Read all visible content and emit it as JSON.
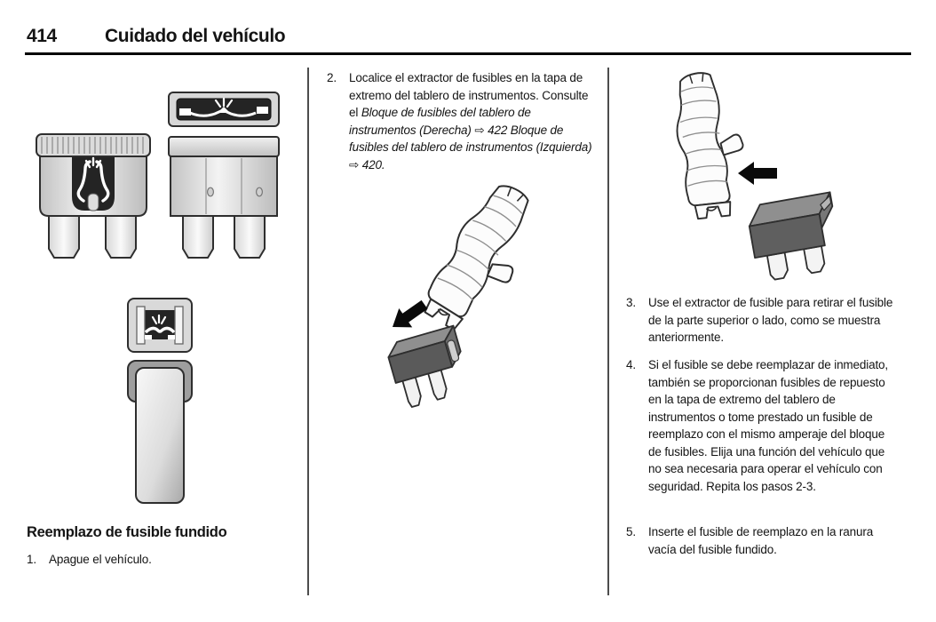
{
  "header": {
    "page_number": "414",
    "chapter_title": "Cuidado del vehículo"
  },
  "left_column": {
    "section_heading": "Reemplazo de fusible fundido",
    "steps": [
      {
        "num": "1.",
        "text": "Apague el vehículo."
      }
    ]
  },
  "middle_column": {
    "steps": [
      {
        "num": "2.",
        "text_plain": "Localice el extractor de fusibles en la tapa de extremo del tablero de instrumentos. Consulte el ",
        "text_reference": "Bloque de fusibles del tablero de instrumentos (Derecha) ⇨ 422 Bloque de fusibles del tablero de instrumentos (Izquierda) ⇨ 420."
      }
    ]
  },
  "right_column": {
    "steps": [
      {
        "num": "3.",
        "text": "Use el extractor de fusible para retirar el fusible de la parte superior o lado, como se muestra anteriormente."
      },
      {
        "num": "4.",
        "text": "Si el fusible se debe reemplazar de inmediato, también se proporcionan fusibles de repuesto en la tapa de extremo del tablero de instrumentos o tome prestado un fusible de reemplazo con el mismo amperaje del bloque de fusibles. Elija una función del vehículo que no sea necesaria para operar el vehículo con seguridad. Repita los pasos 2-3."
      },
      {
        "num": "5.",
        "text": "Inserte el fusible de reemplazo en la ranura vacía del fusible fundido."
      }
    ]
  },
  "illustrations": {
    "fuse_types": "blade-fuse-front-view-plus-top-and-side-views",
    "mini_and_cartridge": "mini-fuse-top-view-and-cartridge-fuse",
    "puller_mini": "fuse-puller-with-arrow-and-mini-fuse",
    "puller_standard": "fuse-puller-with-arrow-and-standard-fuse"
  },
  "colors": {
    "text": "#141414",
    "header_rule": "#000000",
    "column_divider": "#4d4d4d",
    "line_art_stroke": "#2e2e2e",
    "dark_window": "#242424",
    "dark_fuse_body": "#5c5c5c",
    "light_fill": "#e6e6e6"
  }
}
